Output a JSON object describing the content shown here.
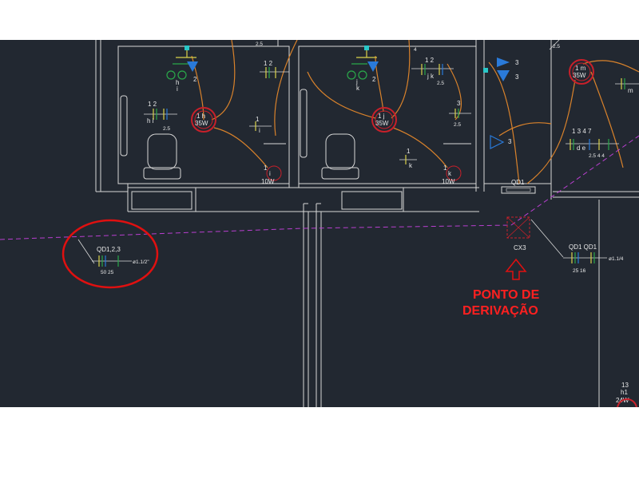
{
  "colors": {
    "background": "#222831",
    "walls": "#d8d8d8",
    "wiring": "#d9822b",
    "conduit_dashed": "#b93fd0",
    "highlight": "#e01010",
    "callout_text": "#ff2020",
    "lamp": "#c8202a",
    "outlet": "#2aa84a",
    "switch": "#2a7ad9",
    "junction_box": "#29c7c7"
  },
  "labels": {
    "top_25_a": "2.5",
    "top_4": "4",
    "top_25_b": "2.5",
    "ckt_left_h": "h",
    "ckt_left_i": "i",
    "ckt_left_2": "2",
    "ckt_mid_j": "j",
    "ckt_mid_k": "k",
    "ckt_mid_2": "2",
    "ckt_right_3a": "3",
    "ckt_right_3b": "3",
    "ckt_right_3c": "3",
    "lamp1_top": "1 h",
    "lamp1_bottom": "35W",
    "lamp2_top": "1 j",
    "lamp2_bottom": "35W",
    "lamp3_top": "1 m",
    "lamp3_bottom": "35W",
    "box1_num": "1",
    "box1_letter": "i",
    "box1_power": "10W",
    "box2_num": "1",
    "box2_letter": "k",
    "box2_power": "10W",
    "tag_hi_nums": "1   2",
    "tag_hi_letters": "h i",
    "tag_hi_size": "2.5",
    "tag_12a_nums": "1   2",
    "tag_i_num": "1",
    "tag_i_letter": "i",
    "tag_jk_nums": "1   2",
    "tag_jk_letters": "j k",
    "tag_jk_size": "2.5",
    "tag_3_num": "3",
    "tag_3_size": "2.5",
    "tag_k_num": "1",
    "tag_k_letter": "k",
    "tag_m_letter": "m",
    "tag_de_nums": "1    3  4  7",
    "tag_de_letters": "d e",
    "tag_de_sizes": "2.5   4   4",
    "qd1_panel": "QD1",
    "cx3": "CX3",
    "qd1_pair": "QD1  QD1",
    "qd1_pair_sizes": "25     16",
    "qd1_pair_dia": "ø1.1/4",
    "qd123": "QD1,2,3",
    "qd123_sizes": "50      25",
    "qd123_dia": "ø1.1/2\"",
    "callout_line1": "PONTO DE",
    "callout_line2": "DERIVAÇÃO",
    "br_num": "13",
    "br_letter": "h1",
    "br_power": "24W"
  }
}
